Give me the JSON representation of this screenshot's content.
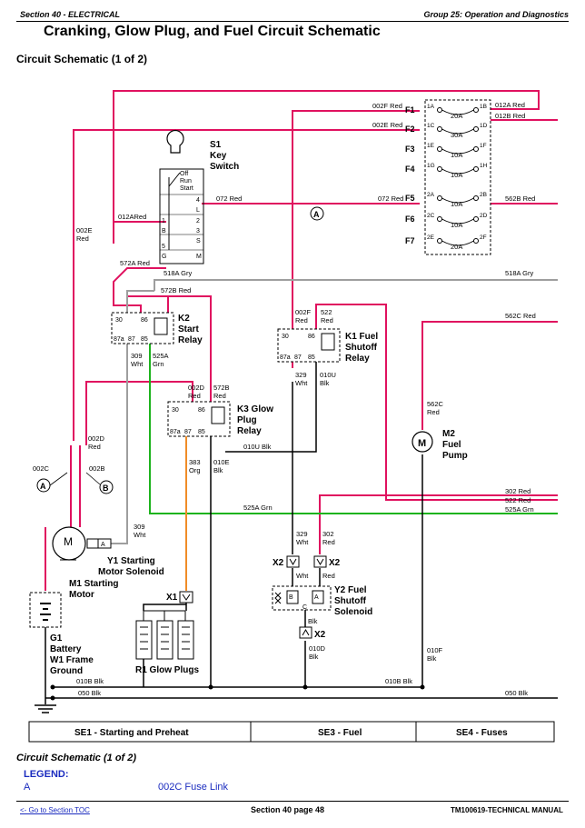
{
  "header": {
    "section": "Section 40 - ELECTRICAL",
    "group": "Group 25: Operation and Diagnostics"
  },
  "title": "Cranking, Glow Plug, and Fuel Circuit Schematic",
  "subtitle": "Circuit Schematic (1 of 2)",
  "subtitle_bottom": "Circuit Schematic (1 of 2)",
  "colors": {
    "red": "#e0115f",
    "green": "#1db31d",
    "gray": "#9e9e9e",
    "orange": "#f08c28",
    "black": "#000000",
    "link": "#1a2bbf"
  },
  "components": {
    "s1": [
      "S1",
      "Key",
      "Switch"
    ],
    "key_positions": [
      "Off",
      "Run",
      "Start"
    ],
    "key_terms": [
      "1",
      "B",
      "4",
      "L",
      "2",
      "3",
      "S",
      "5",
      "G",
      "M"
    ],
    "k2": [
      "K2",
      "Start",
      "Relay"
    ],
    "k1": [
      "K1 Fuel",
      "Shutoff",
      "Relay"
    ],
    "k3": [
      "K3 Glow",
      "Plug",
      "Relay"
    ],
    "m2": [
      "M2",
      "Fuel",
      "Pump"
    ],
    "y1": [
      "Y1 Starting",
      "Motor Solenoid"
    ],
    "m1": [
      "M1 Starting",
      "Motor"
    ],
    "g1": [
      "G1",
      "Battery",
      "W1 Frame",
      "Ground"
    ],
    "r1": "R1 Glow Plugs",
    "y2": [
      "Y2 Fuel",
      "Shutoff",
      "Solenoid"
    ],
    "relay_terms": [
      "30",
      "86",
      "87a",
      "87",
      "85"
    ],
    "relay_terms_k3": [
      "30",
      "86",
      "87a",
      "87",
      "85"
    ],
    "connectors": {
      "x1": "X1",
      "x2a": "X2",
      "x2b": "X2",
      "x2c": "X2",
      "y2_terms": [
        "B",
        "A",
        "C"
      ]
    }
  },
  "fuses": [
    {
      "name": "F1",
      "rating": "20A",
      "in": "1A",
      "out": "1B"
    },
    {
      "name": "F2",
      "rating": "30A",
      "in": "1C",
      "out": "1D"
    },
    {
      "name": "F3",
      "rating": "10A",
      "in": "1E",
      "out": "1F"
    },
    {
      "name": "F4",
      "rating": "10A",
      "in": "1G",
      "out": "1H"
    },
    {
      "name": "F5",
      "rating": "10A",
      "in": "2A",
      "out": "2B"
    },
    {
      "name": "F6",
      "rating": "10A",
      "in": "2C",
      "out": "2D"
    },
    {
      "name": "F7",
      "rating": "20A",
      "in": "2E",
      "out": "2F"
    }
  ],
  "wires": {
    "w002f_top": "002F Red",
    "w002e_top": "002E Red",
    "w012a": "012A Red",
    "w012b": "012B Red",
    "w072_s1": "072 Red",
    "w072_f5": "072 Red",
    "w562b": "562B Red",
    "w012ared": "012ARed",
    "w002e_left": [
      "002E",
      "Red"
    ],
    "w572a": "572A Red",
    "w518a_1": "518A Gry",
    "w518a_2": "518A Gry",
    "w572b": "572B Red",
    "w002f_k1": [
      "002F",
      "Red"
    ],
    "w522_k1": [
      "522",
      "Red"
    ],
    "w562c": "562C Red",
    "w309_k2": [
      "309",
      "Wht"
    ],
    "w525a_k2": [
      "525A",
      "Grn"
    ],
    "w329_k1": [
      "329",
      "Wht"
    ],
    "w010u_k1": [
      "010U",
      "Blk"
    ],
    "w002d_k3": [
      "002D",
      "Red"
    ],
    "w572b_k3": [
      "572B",
      "Red"
    ],
    "w562c_m2": [
      "562C",
      "Red"
    ],
    "w010u": "010U Blk",
    "w002d_m1": [
      "002D",
      "Red"
    ],
    "w002c": "002C",
    "w002b": "002B",
    "w383": [
      "383",
      "Org"
    ],
    "w010e": [
      "010E",
      "Blk"
    ],
    "w302": "302 Red",
    "w522": "522 Red",
    "w525a": "525A Grn",
    "w525a_mid": "525A Grn",
    "w309_y1": [
      "309",
      "Wht"
    ],
    "w329_x2": [
      "329",
      "Wht"
    ],
    "w302_x2": [
      "302",
      "Red"
    ],
    "w_wht": "Wht",
    "w_red": "Red",
    "w_blk": "Blk",
    "w010d": [
      "010D",
      "Blk"
    ],
    "w010f": [
      "010F",
      "Blk"
    ],
    "w010b_1": "010B Blk",
    "w010b_2": "010B Blk",
    "w050_1": "050 Blk",
    "w050_2": "050 Blk"
  },
  "markers": [
    "A",
    "A",
    "B"
  ],
  "sections": [
    "SE1 - Starting and Preheat",
    "SE3 - Fuel",
    "SE4 - Fuses"
  ],
  "legend": {
    "title": "LEGEND:",
    "items": [
      {
        "key": "A",
        "desc": "002C Fuse Link"
      }
    ]
  },
  "footer": {
    "toc": "<- Go to Section TOC",
    "page": "Section 40 page 48",
    "manual": "TM100619-TECHNICAL MANUAL"
  }
}
